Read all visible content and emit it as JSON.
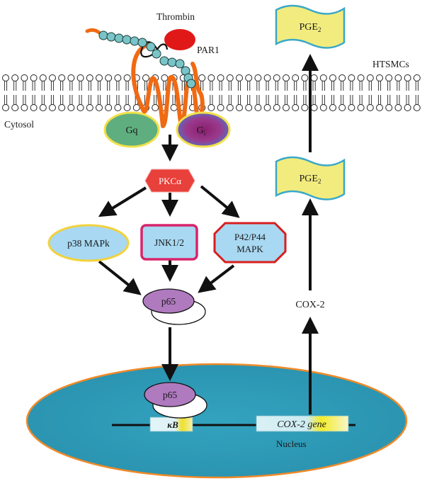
{
  "labels": {
    "thrombin": "Thrombin",
    "par1": "PAR1",
    "htsmcs": "HTSMCs",
    "cytosol": "Cytosol",
    "gq": "Gq",
    "gi_base": "G",
    "gi_sub": "i",
    "pkca": "PKCα",
    "p38": "p38 MAPk",
    "jnk": "JNK1/2",
    "p42_line1": "P42/P44",
    "p42_line2": "MAPK",
    "p65_cytosol": "p65",
    "p65_nucleus": "p65",
    "kb": "κB",
    "cox2_gene": "COX-2 gene",
    "nucleus": "Nucleus",
    "cox2": "COX-2",
    "pge2_lower_base": "PGE",
    "pge2_lower_sub": "2",
    "pge2_upper_base": "PGE",
    "pge2_upper_sub": "2"
  },
  "colors": {
    "nucleus_fill": "#2e9bb8",
    "nucleus_border": "#f08a28",
    "gq_fill": "#5fae7f",
    "gq_border": "#f2e04a",
    "gi_fill": "#8e2b7a",
    "gi_halo": "#3b7bd4",
    "pkca_fill": "#e63a3a",
    "box_fill": "#a8d8f2",
    "p38_border": "#f2d23c",
    "jnk_border": "#d8246a",
    "p42_border": "#d81e1e",
    "p65_fill": "#b07abf",
    "pge2_fill": "#f2ec7e",
    "pge2_border": "#3aa8c8",
    "receptor": "#f06a14",
    "beads": "#79c4c6",
    "thrombin": "#e01818"
  }
}
